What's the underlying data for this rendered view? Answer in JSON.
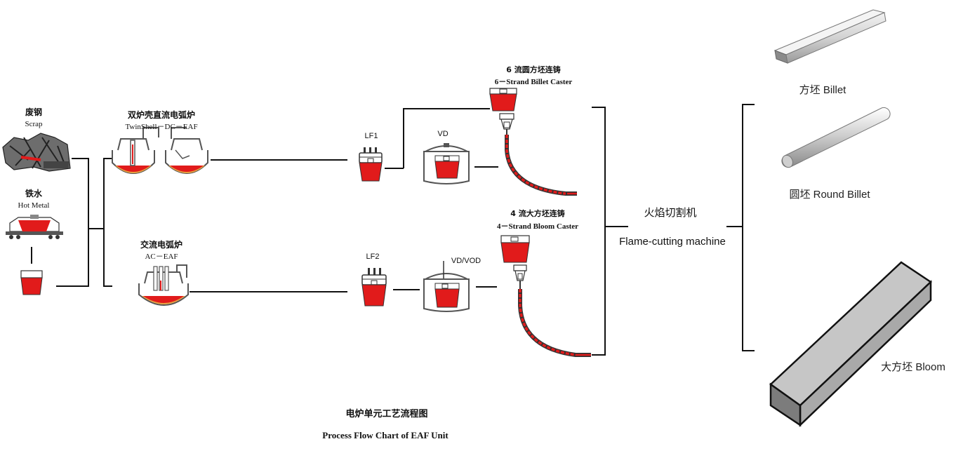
{
  "inputs": {
    "scrap": {
      "zh": "废钢",
      "en": "Scrap"
    },
    "hot_metal": {
      "zh": "铁水",
      "en": "Hot Metal"
    }
  },
  "furnaces": {
    "twinshell": {
      "zh": "双炉壳直流电弧炉",
      "en": "TwinShell－DC－EAF"
    },
    "ac_eaf": {
      "zh": "交流电弧炉",
      "en": "AC－EAF"
    }
  },
  "units": {
    "lf1": "LF1",
    "lf2": "LF2",
    "vd": "VD",
    "vdvod": "VD/VOD"
  },
  "casters": {
    "billet": {
      "zh": "6 流圆方坯连铸",
      "en": "6－Strand Billet Caster"
    },
    "bloom": {
      "zh": "4 流大方坯连铸",
      "en": "4－Strand Bloom Caster"
    }
  },
  "cutting": {
    "zh": "火焰切割机",
    "en": "Flame-cutting machine"
  },
  "products": {
    "billet": "方坯  Billet",
    "round_billet": "圆坯  Round  Billet",
    "bloom": "大方坯 Bloom"
  },
  "title": {
    "zh": "电炉单元工艺流程图",
    "en": "Process Flow Chart of EAF Unit"
  },
  "colors": {
    "red": "#e11b1b",
    "line": "#111111",
    "vessel": "#555555",
    "product": "#c9c9c9"
  }
}
